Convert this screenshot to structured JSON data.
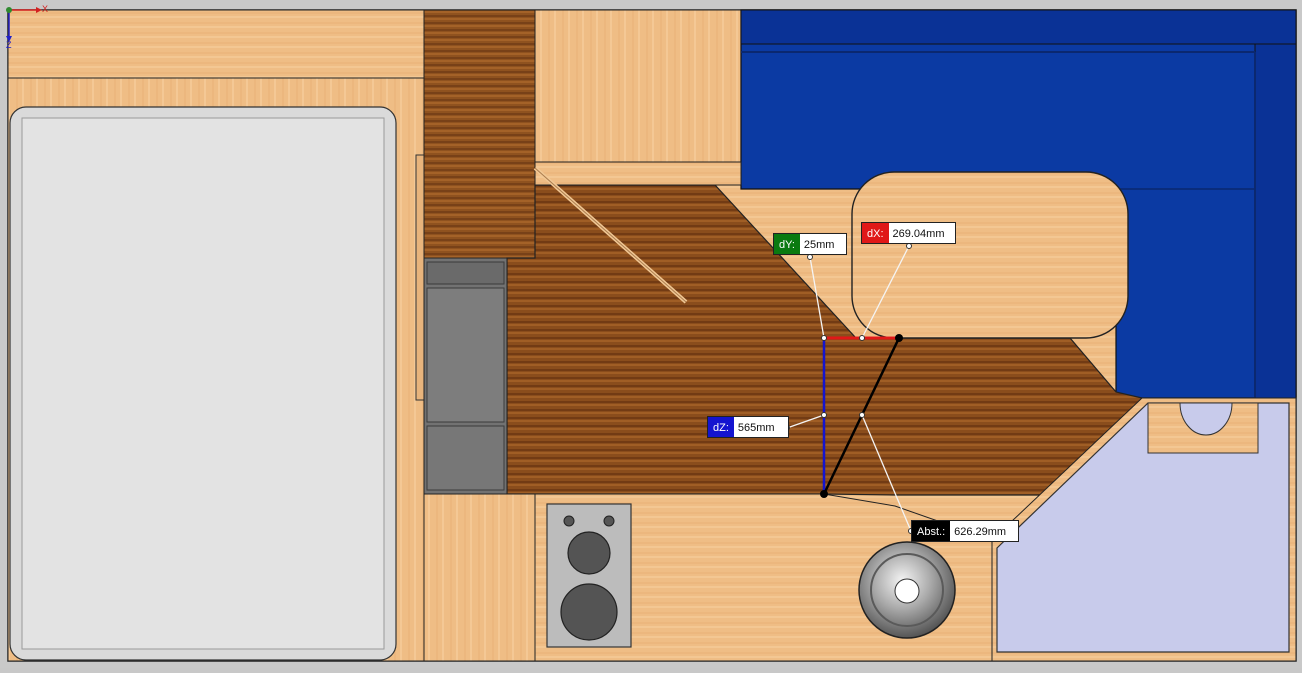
{
  "triad": {
    "x_label": "X",
    "z_label": "Z"
  },
  "dimensions": [
    {
      "id": "dy",
      "tag": "dY:",
      "value": "25mm",
      "color": "#0a7a10"
    },
    {
      "id": "dx",
      "tag": "dX:",
      "value": "269.04mm",
      "color": "#e01818"
    },
    {
      "id": "dz",
      "tag": "dZ:",
      "value": "565mm",
      "color": "#1414d0"
    },
    {
      "id": "abst",
      "tag": "Abst.:",
      "value": "626.29mm",
      "color": "#000000"
    }
  ],
  "colors": {
    "wood_light": "#f0c089",
    "wood_dark": "#7a4216",
    "upholstery_blue": "#0b3aa3",
    "mattress_gray": "#dcdcdc",
    "sink_panel": "#c8cbeb",
    "appliance_gray": "#7b7b7b"
  }
}
